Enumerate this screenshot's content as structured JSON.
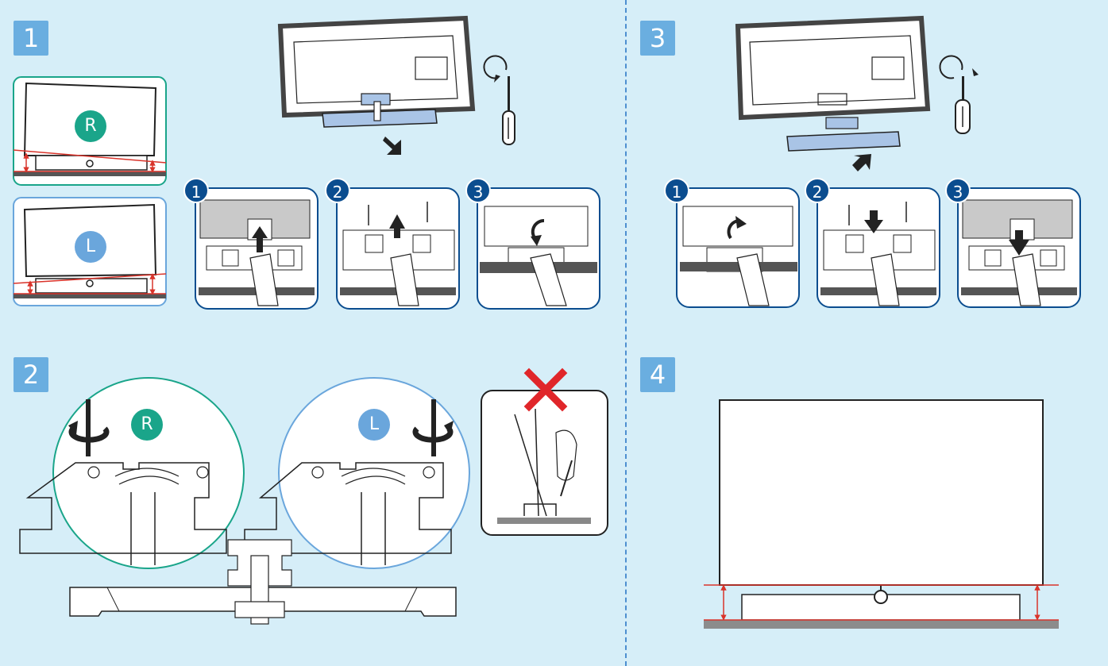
{
  "colors": {
    "background": "#d6eef8",
    "step_badge": "#6aaee0",
    "substep_badge": "#0b4d8f",
    "right_badge": "#1aa58a",
    "left_badge": "#6aa6dc",
    "measure_line": "#d9342b",
    "cross": "#e0262a",
    "divider": "#4d8fd0",
    "line_art": "#222222"
  },
  "steps": {
    "s1": "1",
    "s2": "2",
    "s3": "3",
    "s4": "4"
  },
  "substeps": {
    "a1": "1",
    "a2": "2",
    "a3": "3",
    "b1": "1",
    "b2": "2",
    "b3": "3"
  },
  "side_labels": {
    "right": "R",
    "left": "L",
    "right_zoom": "R",
    "left_zoom": "L"
  },
  "icons": [
    "screwdriver-icon",
    "rotate-arrow-icon",
    "arrow-down-icon",
    "arrow-up-icon",
    "cross-icon",
    "measure-arrow-icon"
  ]
}
